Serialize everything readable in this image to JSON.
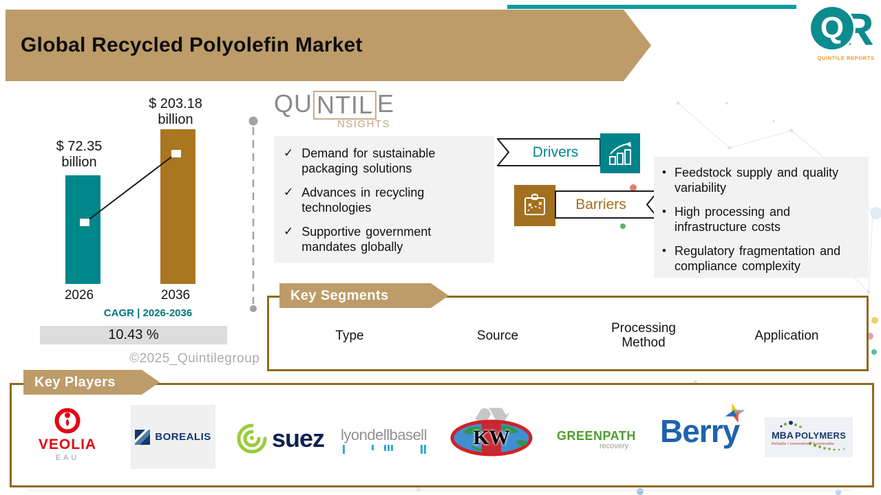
{
  "page": {
    "title": "Global Recycled Polyolefin Market"
  },
  "brand": {
    "qr": {
      "q": "Q",
      "r": "R",
      "caption": "QUINTILE REPORTS"
    },
    "insights": {
      "qu": "QU",
      "ntil": "NTIL",
      "e": "E",
      "nsights": "NSIGHTS"
    }
  },
  "chart_data": {
    "type": "bar",
    "categories": [
      "2026",
      "2036"
    ],
    "values": [
      72.35,
      203.18
    ],
    "unit": "USD billion",
    "bar_colors": [
      "#00878A",
      "#A9771F"
    ],
    "labels": {
      "v2026_line1": "$ 72.35",
      "v2026_line2": "billion",
      "v2036_line1": "$ 203.18",
      "v2036_line2": "billion"
    },
    "cagr_title": "CAGR | 2026-2036",
    "cagr_value": "10.43 %"
  },
  "watermark": "©2025_Quintilegroup",
  "drivers": {
    "title": "Drivers",
    "items": [
      "Demand for sustainable packaging solutions",
      "Advances in recycling technologies",
      "Supportive government mandates globally"
    ]
  },
  "barriers": {
    "title": "Barriers",
    "items": [
      "Feedstock supply and quality variability",
      "High processing and infrastructure costs",
      "Regulatory fragmentation and compliance complexity"
    ]
  },
  "key_segments": {
    "title": "Key Segments",
    "items": [
      "Type",
      "Source",
      "Processing Method",
      "Application"
    ]
  },
  "key_players": {
    "title": "Key Players",
    "logos": {
      "veolia": {
        "name": "VEOLIA",
        "sub": "EAU"
      },
      "borealis": {
        "name": "BOREALIS"
      },
      "suez": {
        "name": "suez"
      },
      "lyondellbasell": {
        "name": "lyondellbasell"
      },
      "kw": {
        "name": "KW"
      },
      "greenpath": {
        "name": "GREENPATH",
        "sub": "recovery"
      },
      "berry": {
        "name": "Berry"
      },
      "mba": {
        "name": "MBA",
        "name2": "POLYMERS",
        "tagline": "Reliable • Innovative • Sustainable"
      }
    }
  },
  "colors": {
    "tan": "#BD9C6A",
    "teal": "#00838A",
    "brown": "#A9771F",
    "box_border": "#8F6A1E",
    "panel_gray": "#F2F2F2",
    "accent_strip": "#0F9BA0"
  }
}
